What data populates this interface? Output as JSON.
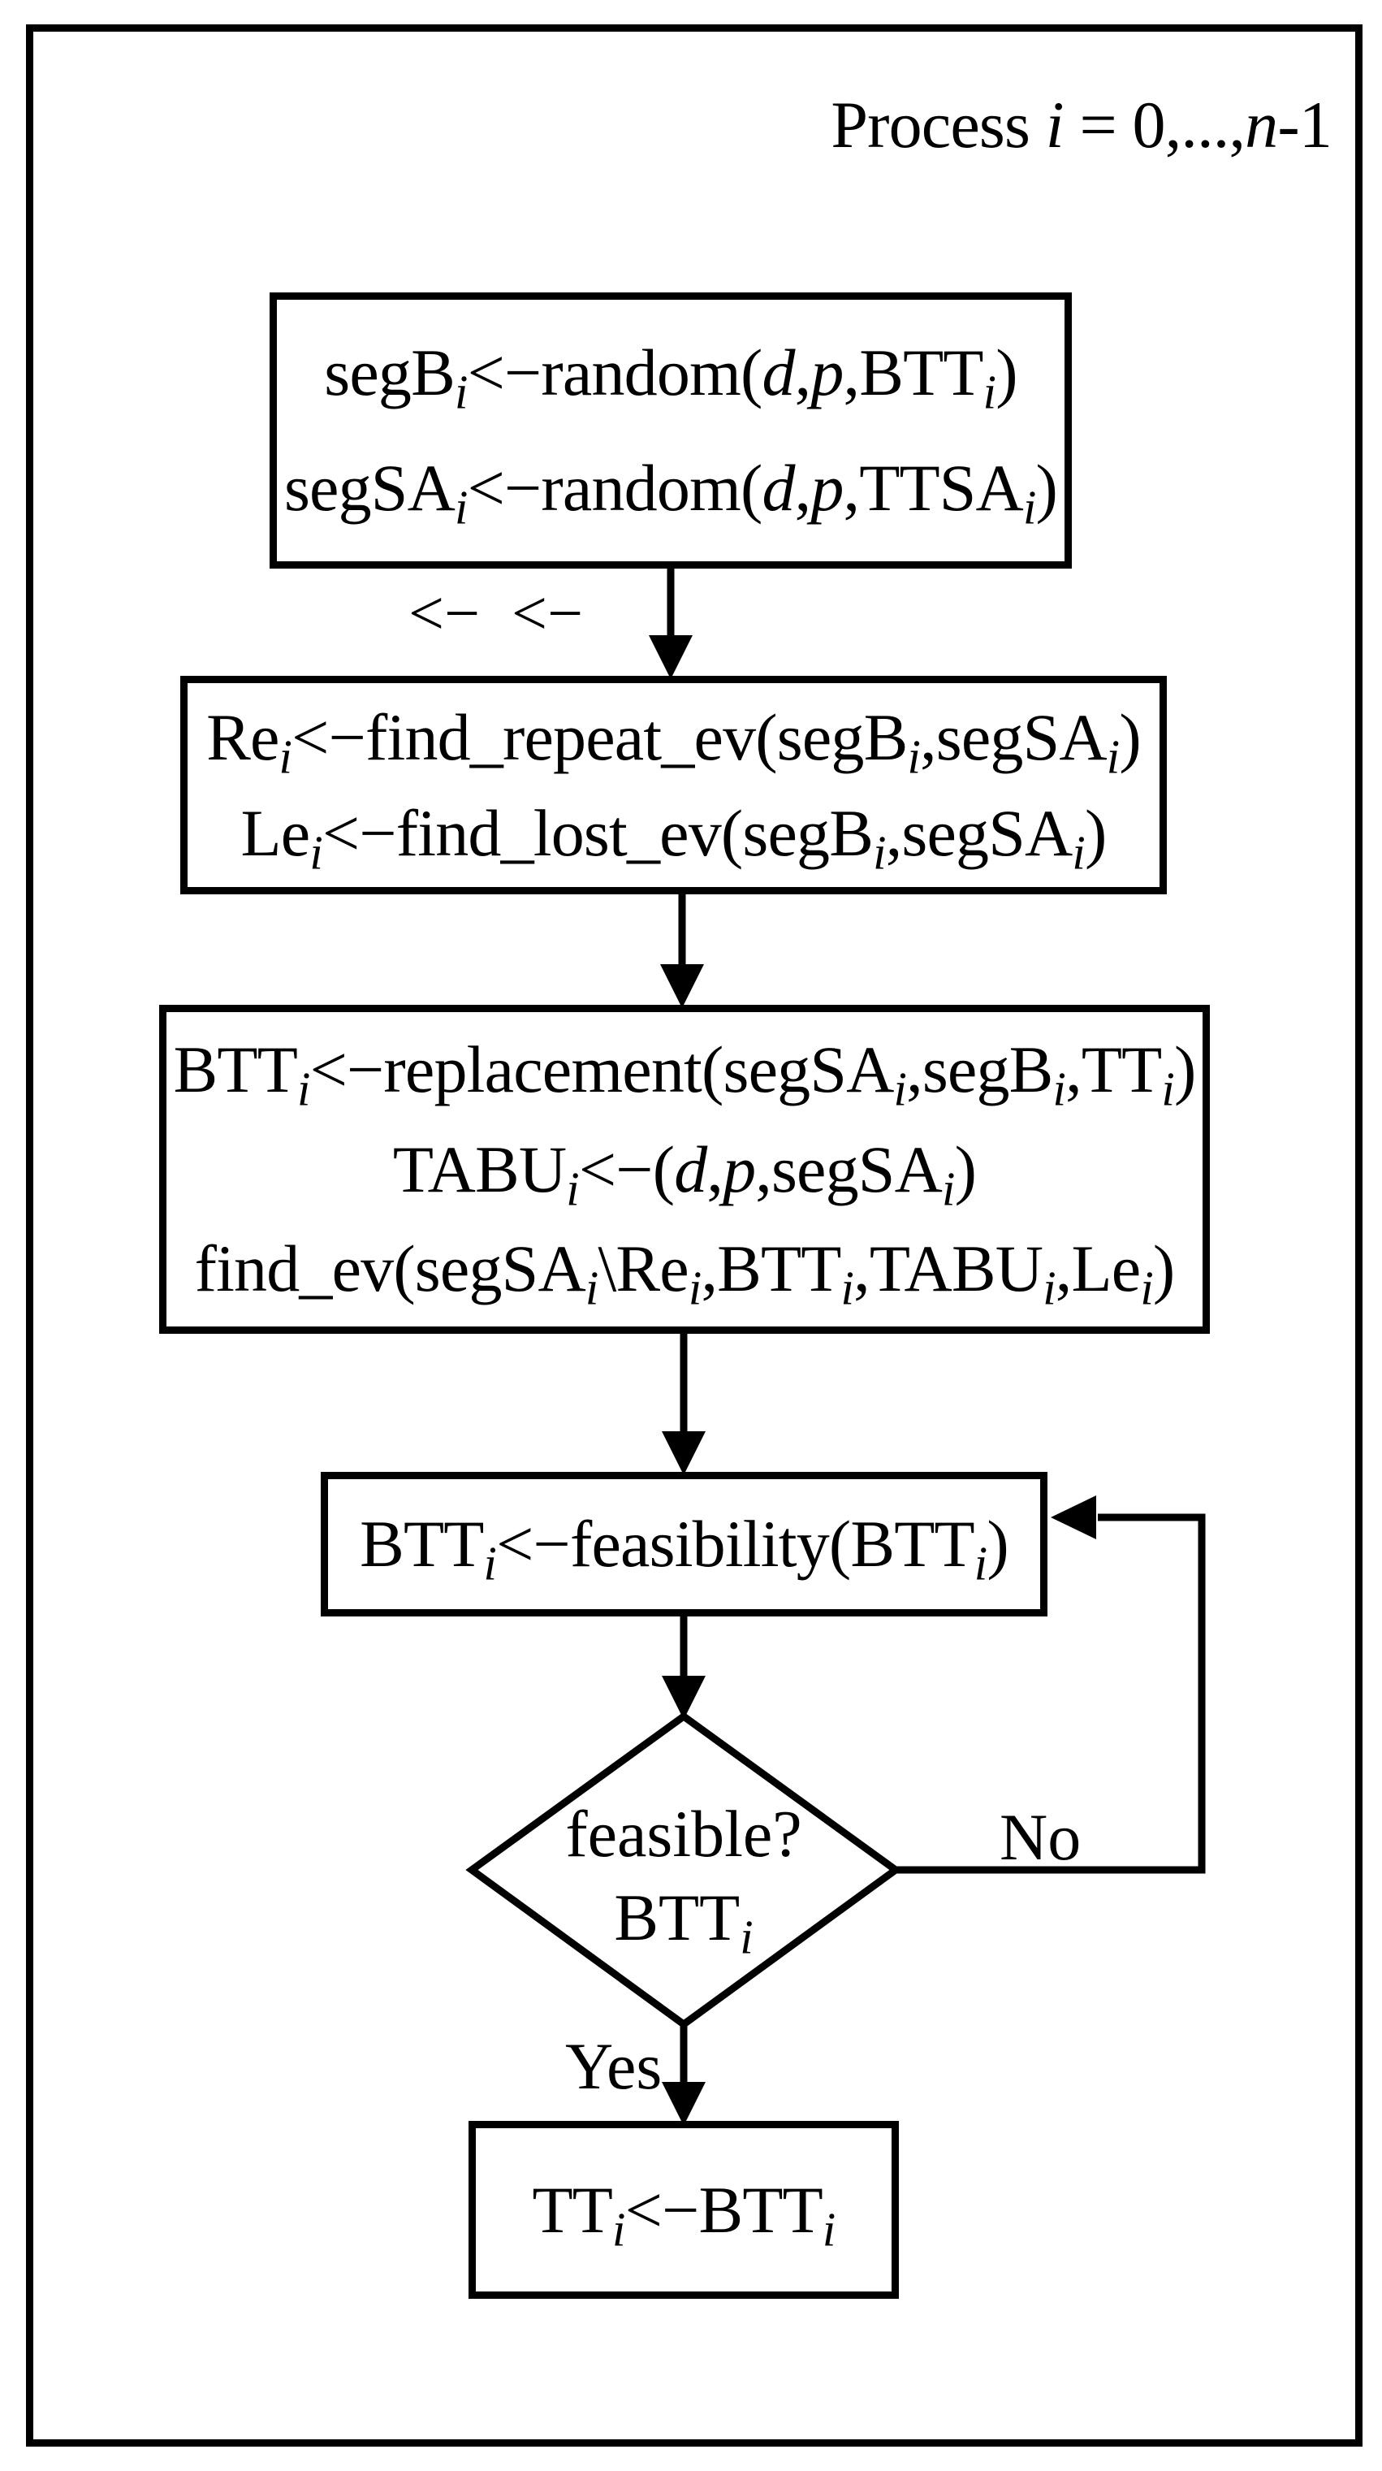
{
  "colors": {
    "ink": "#000000",
    "background": "#ffffff"
  },
  "header": {
    "title_tokens": [
      {
        "t": "Process "
      },
      {
        "it": "i"
      },
      {
        "t": " = 0,...,"
      },
      {
        "it": "n"
      },
      {
        "t": "-1"
      }
    ]
  },
  "flowchart": {
    "boxes": [
      {
        "name": "generate-random-segments",
        "lines": [
          [
            {
              "t": "segB"
            },
            {
              "sub": "i"
            },
            {
              "t": "<−random("
            },
            {
              "it": "d"
            },
            {
              "t": ","
            },
            {
              "it": "p"
            },
            {
              "t": ",BTT"
            },
            {
              "sub": "i"
            },
            {
              "t": ")"
            }
          ],
          [
            {
              "t": "segSA"
            },
            {
              "sub": "i"
            },
            {
              "t": "<−random("
            },
            {
              "it": "d"
            },
            {
              "t": ","
            },
            {
              "it": "p"
            },
            {
              "t": ",TTSA"
            },
            {
              "sub": "i"
            },
            {
              "t": ")"
            }
          ]
        ]
      },
      {
        "name": "find-repeat-and-lost-events",
        "lines": [
          [
            {
              "t": "Re"
            },
            {
              "sub": "i"
            },
            {
              "t": "<−find_repeat_ev(segB"
            },
            {
              "sub": "i"
            },
            {
              "t": ",segSA"
            },
            {
              "sub": "i"
            },
            {
              "t": ")"
            }
          ],
          [
            {
              "t": "Le"
            },
            {
              "sub": "i"
            },
            {
              "t": "<−find_lost_ev(segB"
            },
            {
              "sub": "i"
            },
            {
              "t": ",segSA"
            },
            {
              "sub": "i"
            },
            {
              "t": ")"
            }
          ]
        ]
      },
      {
        "name": "replacement-tabu-find-ev",
        "lines": [
          [
            {
              "t": "BTT"
            },
            {
              "sub": "i"
            },
            {
              "t": "<−replacement(segSA"
            },
            {
              "sub": "i"
            },
            {
              "t": ",segB"
            },
            {
              "sub": "i"
            },
            {
              "t": ",TT"
            },
            {
              "sub": "i"
            },
            {
              "t": ")"
            }
          ],
          [
            {
              "t": "TABU"
            },
            {
              "sub": "i"
            },
            {
              "t": "<−("
            },
            {
              "it": "d"
            },
            {
              "t": ","
            },
            {
              "it": "p"
            },
            {
              "t": ",segSA"
            },
            {
              "sub": "i"
            },
            {
              "t": ")"
            }
          ],
          [
            {
              "t": "find_ev(segSA"
            },
            {
              "sub": "i"
            },
            {
              "t": "\\Re"
            },
            {
              "sub": "i"
            },
            {
              "t": ",BTT"
            },
            {
              "sub": "i"
            },
            {
              "t": ",TABU"
            },
            {
              "sub": "i"
            },
            {
              "t": ",Le"
            },
            {
              "sub": "i"
            },
            {
              "t": ")"
            }
          ]
        ]
      },
      {
        "name": "feasibility-repair",
        "lines": [
          [
            {
              "t": "BTT"
            },
            {
              "sub": "i"
            },
            {
              "t": "<−feasibility(BTT"
            },
            {
              "sub": "i"
            },
            {
              "t": ")"
            }
          ]
        ]
      },
      {
        "name": "assign-result",
        "lines": [
          [
            {
              "t": "TT"
            },
            {
              "sub": "i"
            },
            {
              "t": "<−BTT"
            },
            {
              "sub": "i"
            }
          ]
        ]
      }
    ],
    "decision": {
      "name": "feasibility-check",
      "lines": [
        [
          {
            "t": "feasible?"
          }
        ],
        [
          {
            "t": "BTT"
          },
          {
            "sub": "i"
          }
        ]
      ]
    },
    "labels": {
      "yes": "Yes",
      "no": "No",
      "stray_marks": "<−  <−"
    }
  }
}
